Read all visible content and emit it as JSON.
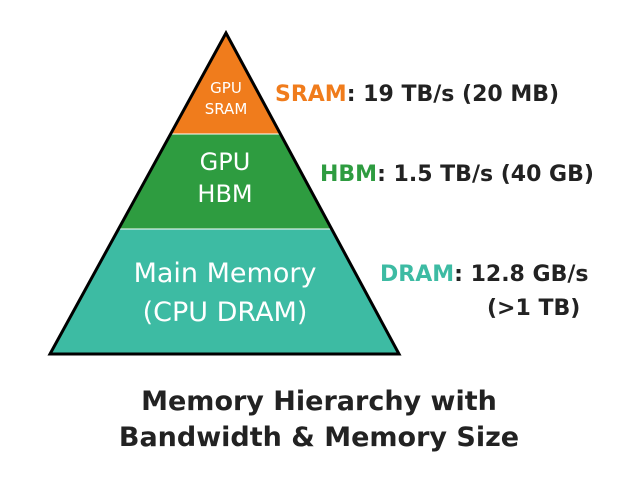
{
  "colors": {
    "sram": "#f07c1c",
    "hbm": "#2e9c40",
    "dram": "#3dbba3",
    "outline": "#000000",
    "text_dark": "#222222"
  },
  "tiers": {
    "sram": {
      "line1": "GPU",
      "line2": "SRAM",
      "spec_name": "SRAM",
      "spec_value": ": 19 TB/s (20 MB)"
    },
    "hbm": {
      "line1": "GPU",
      "line2": "HBM",
      "spec_name": "HBM",
      "spec_value": ": 1.5 TB/s (40 GB)"
    },
    "dram": {
      "line1": "Main Memory",
      "line2": "(CPU DRAM)",
      "spec_name": "DRAM",
      "spec_value": ": 12.8 GB/s",
      "spec_value2": "(>1 TB)"
    }
  },
  "caption": {
    "line1": "Memory Hierarchy with",
    "line2": "Bandwidth & Memory Size"
  }
}
